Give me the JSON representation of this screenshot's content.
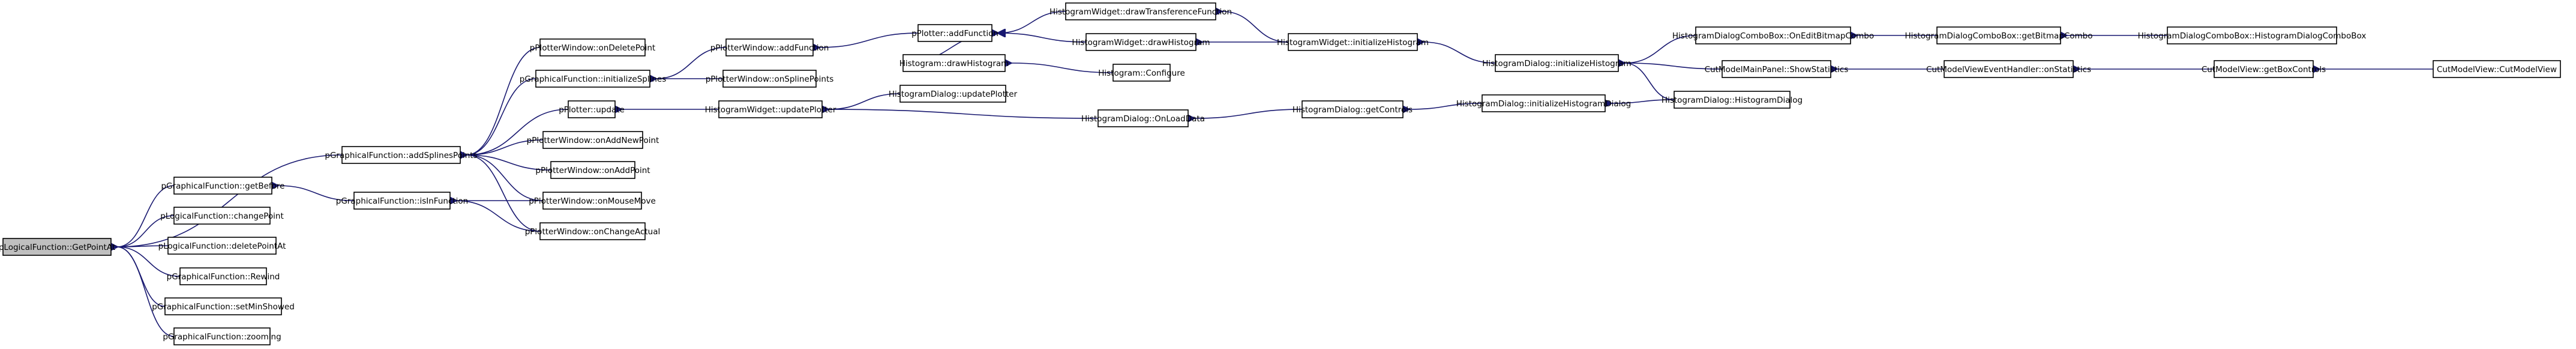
{
  "root": "pLogicalFunction::GetPointAt",
  "nodes": [
    {
      "id": "n0",
      "label": "pLogicalFunction::GetPointAt",
      "root": true
    },
    {
      "id": "n1",
      "label": "pGraphicalFunction::addSplinesPoints"
    },
    {
      "id": "n2",
      "label": "pGraphicalFunction::getBefore"
    },
    {
      "id": "n3",
      "label": "pLogicalFunction::changePoint"
    },
    {
      "id": "n4",
      "label": "pLogicalFunction::deletePointAt"
    },
    {
      "id": "n5",
      "label": "pGraphicalFunction::Rewind"
    },
    {
      "id": "n6",
      "label": "pGraphicalFunction::setMinShowed"
    },
    {
      "id": "n7",
      "label": "pGraphicalFunction::zooming"
    },
    {
      "id": "n8",
      "label": "pGraphicalFunction::isInFunction"
    },
    {
      "id": "n9",
      "label": "pPlotterWindow::onDeletePoint"
    },
    {
      "id": "n10",
      "label": "pGraphicalFunction::initializeSplines"
    },
    {
      "id": "n11",
      "label": "pPlotter::update"
    },
    {
      "id": "n12",
      "label": "pPlotterWindow::onAddNewPoint"
    },
    {
      "id": "n13",
      "label": "pPlotterWindow::onAddPoint"
    },
    {
      "id": "n14",
      "label": "pPlotterWindow::onMouseMove"
    },
    {
      "id": "n15",
      "label": "pPlotterWindow::onChangeActual"
    },
    {
      "id": "n16",
      "label": "pPlotterWindow::addFunction"
    },
    {
      "id": "n17",
      "label": "pPlotterWindow::onSplinePoints"
    },
    {
      "id": "n18",
      "label": "HistogramWidget::updatePlotter"
    },
    {
      "id": "n19",
      "label": "pPlotter::addFunction"
    },
    {
      "id": "n20",
      "label": "Histogram::drawHistogram"
    },
    {
      "id": "n21",
      "label": "HistogramDialog::updatePlotter"
    },
    {
      "id": "n22",
      "label": "HistogramDialog::OnLoadData"
    },
    {
      "id": "n23",
      "label": "HistogramWidget::drawTransferenceFunction"
    },
    {
      "id": "n24",
      "label": "HistogramWidget::drawHistogram"
    },
    {
      "id": "n25",
      "label": "Histogram::Configure"
    },
    {
      "id": "n26",
      "label": "HistogramDialog::getControls"
    },
    {
      "id": "n27",
      "label": "HistogramWidget::initializeHistogram"
    },
    {
      "id": "n28",
      "label": "HistogramDialog::initializeHistogramDialog"
    },
    {
      "id": "n29",
      "label": "HistogramDialog::initializeHistogram"
    },
    {
      "id": "n30",
      "label": "HistogramDialog::HistogramDialog"
    },
    {
      "id": "n31",
      "label": "HistogramDialogComboBox::OnEditBitmapCombo"
    },
    {
      "id": "n32",
      "label": "CutModelMainPanel::ShowStatistics"
    },
    {
      "id": "n33",
      "label": "HistogramDialogComboBox::getBitmapCombo"
    },
    {
      "id": "n34",
      "label": "CutModelViewEventHandler::onStatistics"
    },
    {
      "id": "n35",
      "label": "HistogramDialogComboBox::HistogramDialogComboBox"
    },
    {
      "id": "n36",
      "label": "CutModelView::getBoxControls"
    },
    {
      "id": "n37",
      "label": "CutModelView::CutModelView"
    }
  ],
  "edges": [
    {
      "from": "n1",
      "to": "n0"
    },
    {
      "from": "n2",
      "to": "n0"
    },
    {
      "from": "n3",
      "to": "n0"
    },
    {
      "from": "n4",
      "to": "n0"
    },
    {
      "from": "n5",
      "to": "n0"
    },
    {
      "from": "n6",
      "to": "n0"
    },
    {
      "from": "n7",
      "to": "n0"
    },
    {
      "from": "n8",
      "to": "n2"
    },
    {
      "from": "n9",
      "to": "n1"
    },
    {
      "from": "n10",
      "to": "n1"
    },
    {
      "from": "n11",
      "to": "n1"
    },
    {
      "from": "n12",
      "to": "n1"
    },
    {
      "from": "n13",
      "to": "n1"
    },
    {
      "from": "n14",
      "to": "n1"
    },
    {
      "from": "n15",
      "to": "n1"
    },
    {
      "from": "n14",
      "to": "n8"
    },
    {
      "from": "n15",
      "to": "n8"
    },
    {
      "from": "n16",
      "to": "n10"
    },
    {
      "from": "n17",
      "to": "n10"
    },
    {
      "from": "n18",
      "to": "n11"
    },
    {
      "from": "n19",
      "to": "n16"
    },
    {
      "from": "n20",
      "to": "n19"
    },
    {
      "from": "n21",
      "to": "n18"
    },
    {
      "from": "n22",
      "to": "n18"
    },
    {
      "from": "n23",
      "to": "n19"
    },
    {
      "from": "n24",
      "to": "n19"
    },
    {
      "from": "n25",
      "to": "n20"
    },
    {
      "from": "n27",
      "to": "n23"
    },
    {
      "from": "n27",
      "to": "n24"
    },
    {
      "from": "n26",
      "to": "n22"
    },
    {
      "from": "n29",
      "to": "n27"
    },
    {
      "from": "n28",
      "to": "n26"
    },
    {
      "from": "n30",
      "to": "n28"
    },
    {
      "from": "n31",
      "to": "n29"
    },
    {
      "from": "n32",
      "to": "n29"
    },
    {
      "from": "n30",
      "to": "n29"
    },
    {
      "from": "n33",
      "to": "n31"
    },
    {
      "from": "n34",
      "to": "n32"
    },
    {
      "from": "n35",
      "to": "n33"
    },
    {
      "from": "n36",
      "to": "n34"
    },
    {
      "from": "n37",
      "to": "n36"
    }
  ]
}
